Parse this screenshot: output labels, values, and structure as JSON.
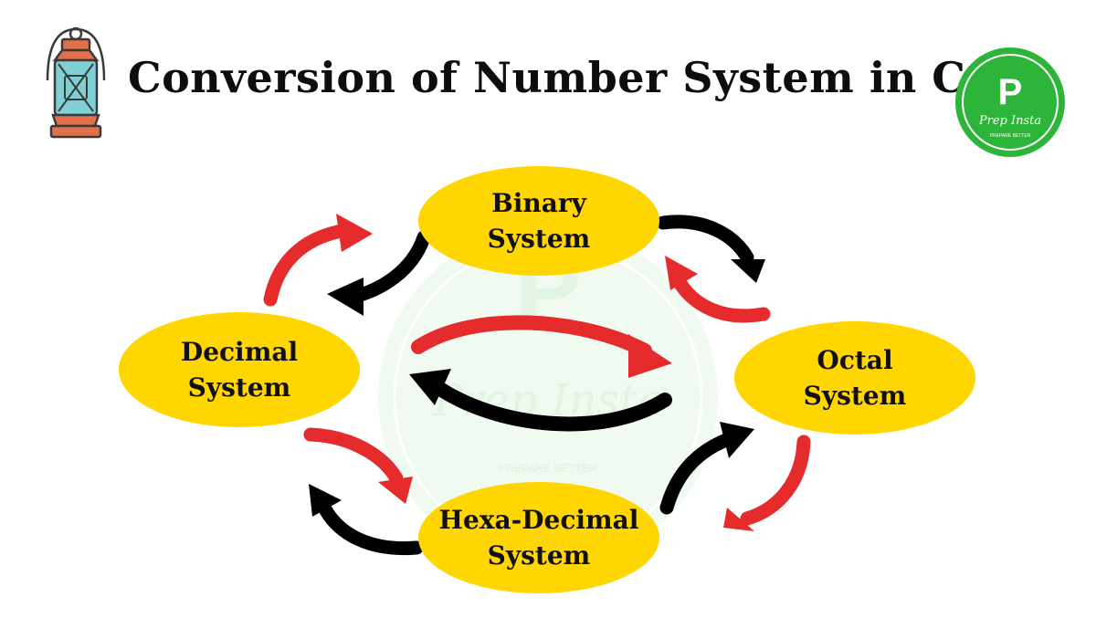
{
  "title": "Conversion of Number System in C",
  "logo": {
    "letter": "P",
    "brand": "Prep Insta",
    "tagline": "PREPARE BETTER"
  },
  "colors": {
    "node_fill": "#ffd600",
    "arrow_red": "#e52b2b",
    "arrow_black": "#000000",
    "logo_green": "#2db53a"
  },
  "icons": {
    "lantern": "lantern-icon"
  },
  "nodes": {
    "binary": {
      "line1": "Binary",
      "line2": "System"
    },
    "decimal": {
      "line1": "Decimal",
      "line2": "System"
    },
    "octal": {
      "line1": "Octal",
      "line2": "System"
    },
    "hexa": {
      "line1": "Hexa-Decimal",
      "line2": "System"
    }
  }
}
